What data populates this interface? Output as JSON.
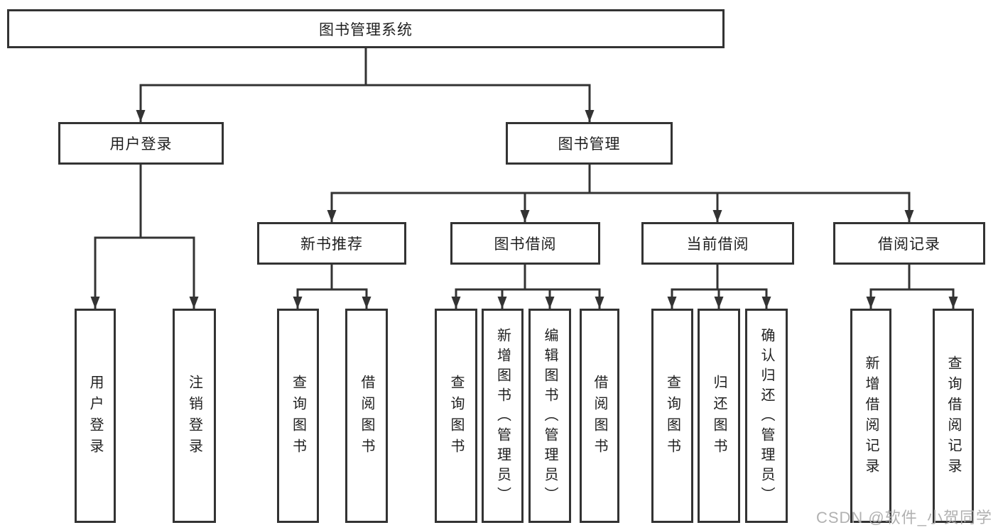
{
  "diagram": {
    "root": {
      "label": "图书管理系统"
    },
    "level2": [
      {
        "label": "用户登录"
      },
      {
        "label": "图书管理"
      }
    ],
    "level3": [
      {
        "label": "新书推荐"
      },
      {
        "label": "图书借阅"
      },
      {
        "label": "当前借阅"
      },
      {
        "label": "借阅记录"
      }
    ],
    "leaves": {
      "user_login": [
        "用户登录",
        "注销登录"
      ],
      "new_books": [
        "查询图书",
        "借阅图书"
      ],
      "book_borrowing": [
        "查询图书",
        "新增图书（管理员）",
        "编辑图书（管理员）",
        "借阅图书"
      ],
      "current_borrow": [
        "查询图书",
        "归还图书",
        "确认归还（管理员）"
      ],
      "borrow_records": [
        "新增借阅记录",
        "查询借阅记录"
      ]
    }
  },
  "watermark": "CSDN @软件_小贺同学",
  "colors": {
    "line": "#333333",
    "text": "#1f1f1f",
    "box_background": "#ffffff",
    "watermark": "#adadad",
    "background": "#ffffff"
  }
}
